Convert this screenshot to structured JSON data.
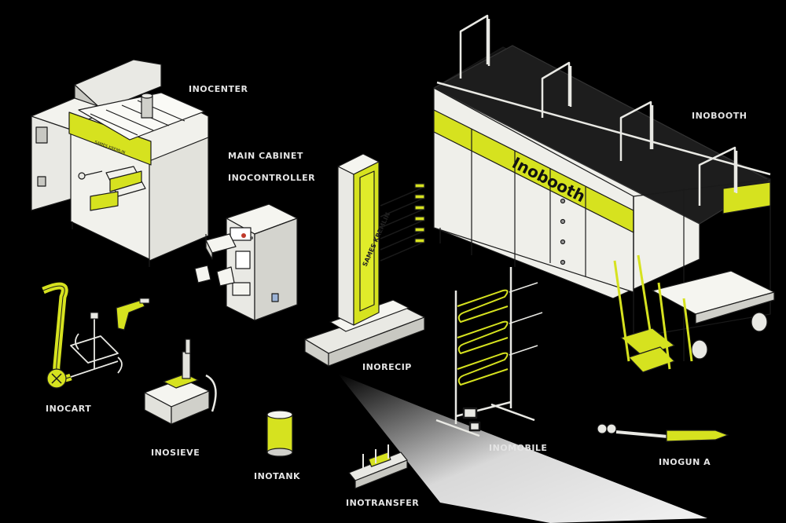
{
  "labels": {
    "inocenter": "INOCENTER",
    "main_cabinet": "MAIN CABINET",
    "inocontroller": "INOCONTROLLER",
    "inobooth": "INOBOOTH",
    "inorecip": "INORECIP",
    "inocart": "INOCART",
    "inosieve": "INOSIEVE",
    "inotank": "INOTANK",
    "inotransfer": "INOTRANSFER",
    "inomobile": "INOMOBILE",
    "inogun": "INOGUN A"
  },
  "branding": {
    "booth_sign": "Inobooth",
    "brand_name": "SAMES KREMLIN"
  },
  "colors": {
    "background": "#000000",
    "accent": "#d6e21f",
    "equipment": "#e9e9e4",
    "shade": "#c8c8c2",
    "outline": "#1a1a1a",
    "label": "#e4e4e4"
  }
}
